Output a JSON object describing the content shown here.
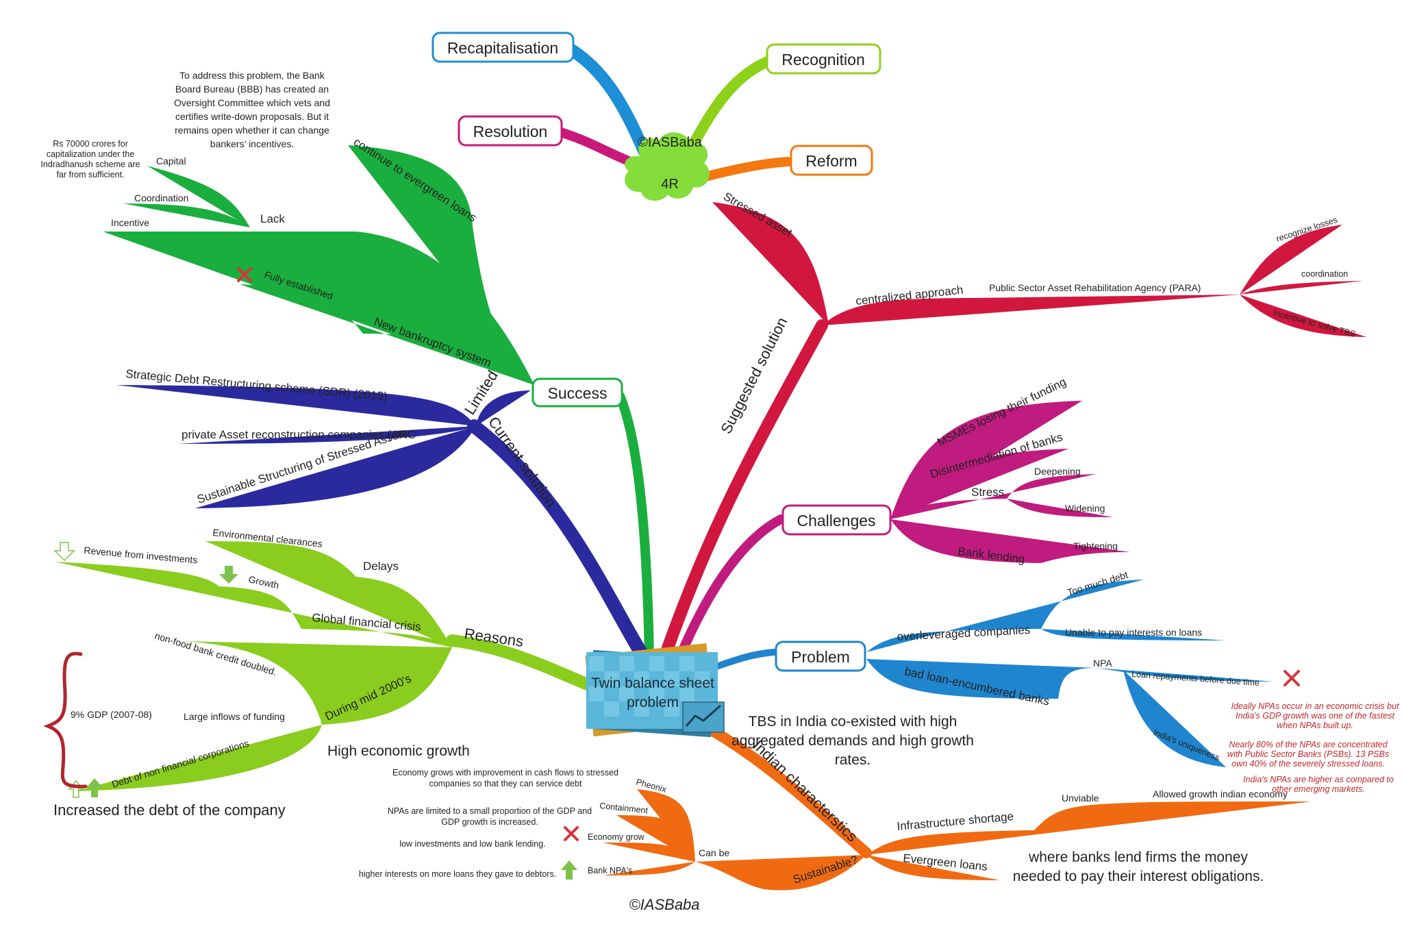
{
  "colors": {
    "recap": "#1c8fd6",
    "recognition": "#8ed11b",
    "resolution": "#c8197a",
    "reform": "#f2780f",
    "success": "#1aae3e",
    "current": "#2a2a9e",
    "reasons": "#8acd1e",
    "suggested": "#d2173f",
    "challenges": "#c01b7e",
    "problem": "#1f85cf",
    "indian": "#f06a12",
    "cloud": "#84dd3a"
  },
  "center": {
    "line1": "Twin balance sheet",
    "line2": "problem",
    "icon": "trend-chart-icon"
  },
  "watermark_top": "©IASBaba",
  "watermark_bottom": "©IASBaba",
  "fourR": {
    "cloud_label": "4R",
    "recapitalisation": "Recapitalisation",
    "recognition": "Recognition",
    "resolution": "Resolution",
    "reform": "Reform"
  },
  "success": {
    "label": "Success",
    "evergreen": "continue to evergreen loans",
    "bbb_note": [
      "To address this problem, the Bank",
      "Board Bureau (BBB) has created an",
      "Oversight Committee which vets and",
      "certifies write-down proposals. But it",
      "remains open whether it can change",
      "bankers’ incentives."
    ],
    "lack": "Lack",
    "capital": "Capital",
    "capital_note": [
      "Rs 70000 crores for",
      "capitalization under the",
      "Indradhanush scheme are",
      "far from sufficient."
    ],
    "coordination": "Coordination",
    "incentive": "Incentive",
    "new_bankruptcy": "New bankruptcy system",
    "fully_established": "Fully established",
    "limited": "Limited"
  },
  "current_solution": {
    "label": "Current solution",
    "sdr": "Strategic  Debt  Restructuring  scheme  (SDR)  (2015)",
    "arc": "private Asset reconstruction companies (ARC",
    "s4a": "Sustainable  Structuring  of  Stressed  Assets"
  },
  "reasons": {
    "label": "Reasons",
    "delays": "Delays",
    "env_clearances": "Environmental clearances",
    "gfc": "Global financial crisis",
    "growth": "Growth",
    "revenue": "Revenue from investments",
    "mid2000": "During mid 2000's",
    "credit": "non-food bank credit doubled.",
    "inflows": "Large inflows of funding",
    "gdp9": "9% GDP (2007-08)",
    "debt_nfc": "Debt of non financial corporations",
    "high_growth": "High economic growth",
    "increased_debt": "Increased the debt of the company"
  },
  "suggested": {
    "label": "Suggested solution",
    "stressed": "Stressed asset",
    "centralized": "centralized approach",
    "para": "Public Sector Asset Rehabilitation Agency (PARA)",
    "recognize": "recognize losses",
    "coordination": "coordination",
    "incentive": "Incentive to solve TBS"
  },
  "challenges": {
    "label": "Challenges",
    "msme": "MSMEs losing their funding",
    "disinter": "Disintermediation of banks",
    "stress": "Stress",
    "deepening": "Deepening",
    "widening": "Widening",
    "bank_lending": "Bank lending",
    "tightening": "Tightening"
  },
  "problem": {
    "label": "Problem",
    "overleveraged": "overleveraged companies",
    "too_much": "Too much debt",
    "unable": "Unable to pay interests on loans",
    "bad_loan": "bad loan-encumbered banks",
    "npa": "NPA",
    "loan_repay": "Loan repayments before due time",
    "ideal_note": [
      "Ideally NPAs occur in an economic crisis but",
      "India's GDP growth was one of the fastest",
      "when NPAs built up."
    ],
    "uniqueness": "India's uniqueness",
    "psb_note": [
      "Nearly 80% of the NPAs are concentrated",
      "with Public Sector Banks (PSBs). 13 PSBs",
      "own 40% of the severely stressed loans."
    ],
    "higher_note": [
      "India's NPAs are higher as compared to",
      "other emerging markets."
    ]
  },
  "indian": {
    "label": "Indian characterstics",
    "tbs_note": [
      "TBS in India co-existed with high",
      "aggregated demands and high growth",
      "rates."
    ],
    "infra": "Infrastructure shortage",
    "unviable": "Unviable",
    "allowed": "Allowed growth indian economy",
    "evergreen": "Evergreen loans",
    "evergreen_note": [
      "where banks lend firms the money",
      "needed to pay their interest obligations."
    ],
    "sustainable": "Sustainable?",
    "can_be": "Can be",
    "pheonix": "Pheonix",
    "pheonix_note": [
      "Economy grows with improvement in cash flows to stressed",
      "companies so that they can service debt"
    ],
    "containment": "Containment",
    "containment_note": [
      "NPAs are limited to a small proportion of the GDP and",
      "GDP growth is increased."
    ],
    "economy_grow": "Economy grow",
    "economy_note": "low investments and low bank lending.",
    "bank_npa": "Bank NPA's",
    "bank_npa_note": "higher interests on more loans they gave to debtors."
  }
}
